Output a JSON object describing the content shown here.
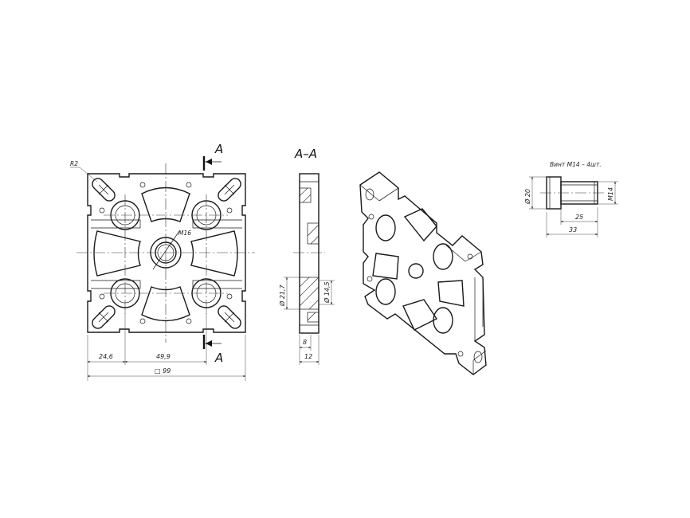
{
  "front_view": {
    "radius_label": "R2",
    "thread_label": "M16",
    "dim_left": "24,6",
    "dim_mid": "49,9",
    "dim_total": "□ 99"
  },
  "section_marks": {
    "top": "A",
    "bottom": "A"
  },
  "section_view": {
    "title": "A–A",
    "dia_outer": "Ø 21,7",
    "dia_inner": "Ø 14,5",
    "dim_thick_small": "8",
    "dim_thick_total": "12"
  },
  "screw": {
    "title": "Винт M14 – 4шт.",
    "dia_head": "Ø 20",
    "thread": "M14",
    "len_thread": "25",
    "len_total": "33"
  }
}
